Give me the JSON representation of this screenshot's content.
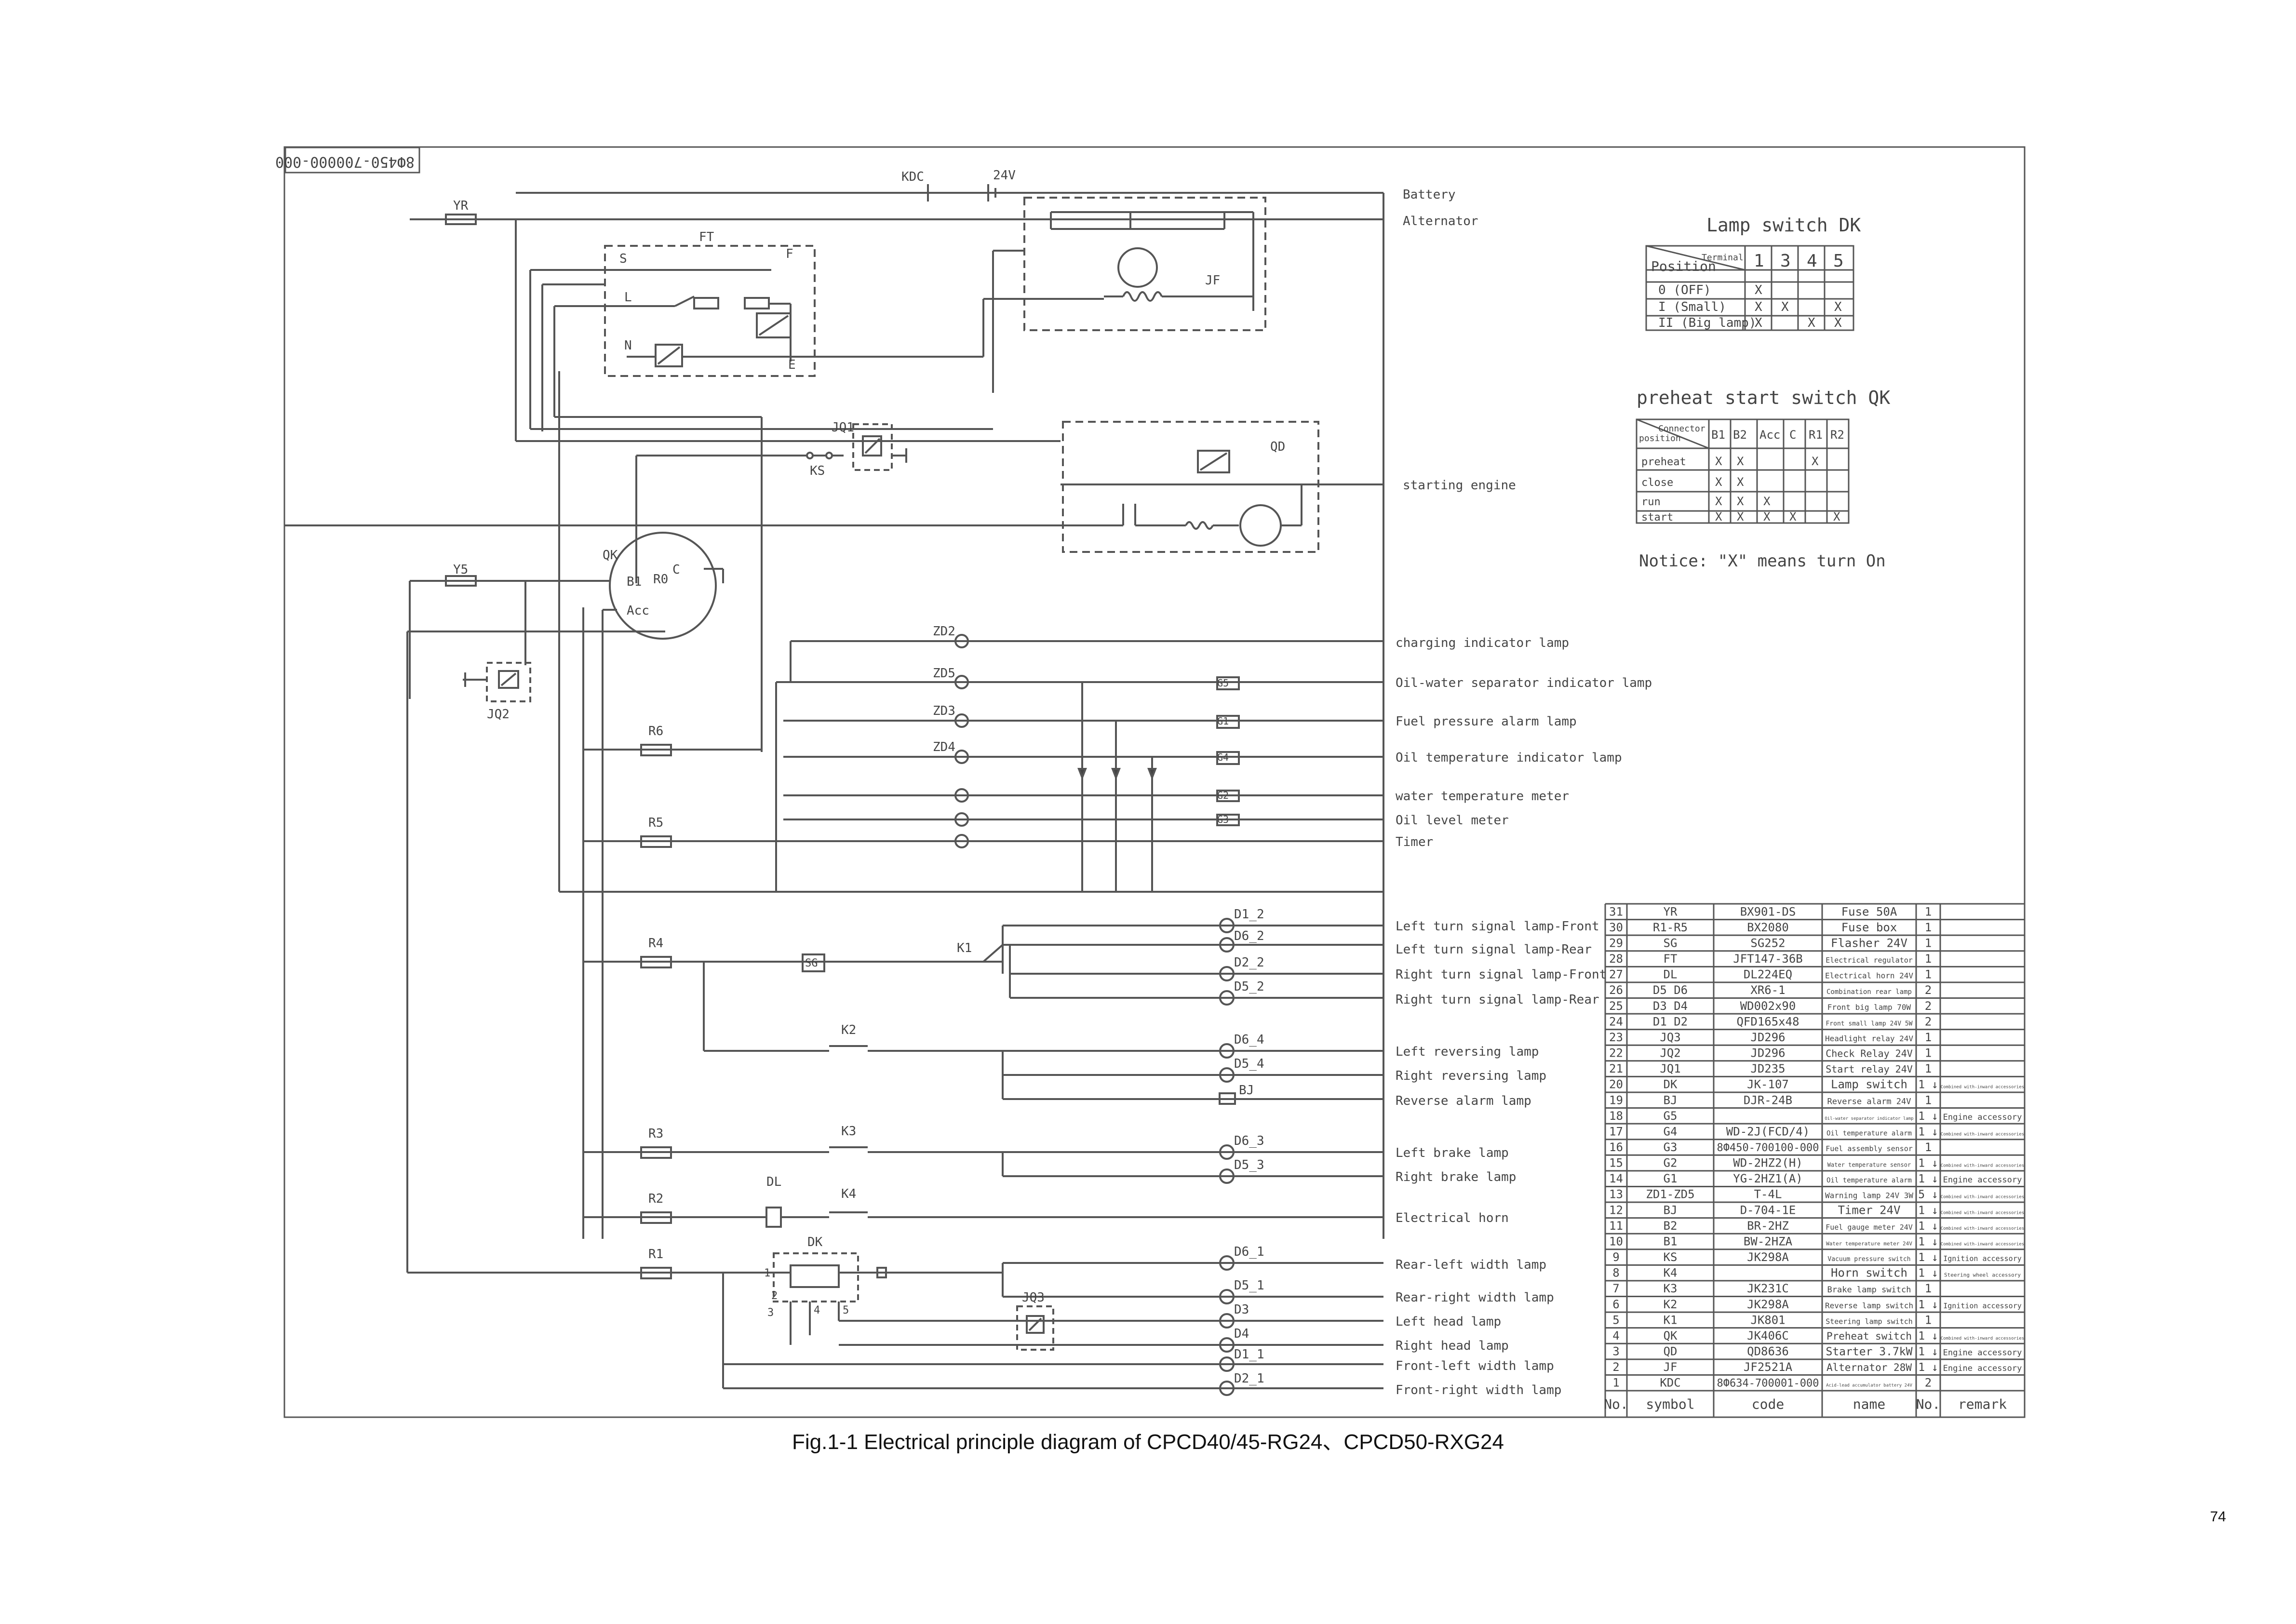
{
  "drawing_number": "8Ф450-700000-000",
  "figure_caption": "Fig.1-1   Electrical principle diagram of CPCD40/45-RG24、CPCD50-RXG24",
  "page_number": "74",
  "circuit": {
    "kdc": "KDC",
    "voltage": "24V",
    "yr": "YR",
    "ft": "FT",
    "jf": "JF",
    "s": "S",
    "f": "F",
    "l": "L",
    "n": "N",
    "e": "E",
    "jq1": "JQ1",
    "ks": "KS",
    "qd": "QD",
    "qk": "QK",
    "b1": "B1",
    "r0": "R0",
    "c": "C",
    "acc": "Acc",
    "y5": "Y5",
    "jq2": "JQ2",
    "zd2": "ZD2",
    "zd5": "ZD5",
    "zd3": "ZD3",
    "zd4": "ZD4",
    "r6": "R6",
    "r5": "R5",
    "r4": "R4",
    "r3": "R3",
    "r2": "R2",
    "r1": "R1",
    "sg": "SG",
    "k1": "K1",
    "k2": "K2",
    "k3": "K3",
    "k4": "K4",
    "dl": "DL",
    "dk": "DK",
    "jq3": "JQ3",
    "g1": "G1",
    "g2": "G2",
    "g3": "G3",
    "g4": "G4",
    "g5": "G5",
    "d12": "D1_2",
    "d62": "D6_2",
    "d22": "D2_2",
    "d52": "D5_2",
    "d64": "D6_4",
    "d54": "D5_4",
    "bj": "BJ",
    "d63": "D6_3",
    "d53": "D5_3",
    "d61": "D6_1",
    "d51": "D5_1",
    "d3": "D3",
    "d4": "D4",
    "d11": "D1_1",
    "d21": "D2_1",
    "n1": "1",
    "n2": "2",
    "n3": "3",
    "n4": "4",
    "n5": "5"
  },
  "labels": {
    "battery": "Battery",
    "alternator": "Alternator",
    "starting": "starting engine",
    "charging": "charging indicator lamp",
    "oilwater": "Oil-water separator indicator lamp",
    "fuelpressure": "Fuel pressure alarm lamp",
    "oiltemp": "Oil temperature indicator lamp",
    "watertemp": "water temperature meter",
    "oilmeter": "Oil level meter",
    "timer": "Timer",
    "ltf": "Left turn signal lamp-Front",
    "ltr": "Left turn signal lamp-Rear",
    "rtf": "Right turn signal lamp-Front",
    "rtr": "Right turn signal lamp-Rear",
    "lrev": "Left reversing lamp",
    "rrev": "Right reversing lamp",
    "revalarm": "Reverse alarm lamp",
    "lbrake": "Left brake lamp",
    "rbrake": "Right brake lamp",
    "horn": "Electrical  horn",
    "rlw": "Rear-left width lamp",
    "rrw": "Rear-right width lamp",
    "lhead": "Left head lamp",
    "rhead": "Right head lamp",
    "flw": "Front-left width lamp",
    "frw": "Front-right width lamp"
  },
  "lamp_switch": {
    "title": "Lamp switch DK",
    "corner_top": "Terminal",
    "corner_bottom": "Position",
    "columns": [
      "1",
      "3",
      "4",
      "5"
    ],
    "rows": [
      {
        "position": "0 (OFF)",
        "marks": [
          "X",
          "",
          "",
          ""
        ]
      },
      {
        "position": "I (Small)",
        "marks": [
          "X",
          "X",
          "",
          "X"
        ]
      },
      {
        "position": "II (Big lamp)",
        "marks": [
          "X",
          "",
          "X",
          "X"
        ]
      }
    ]
  },
  "preheat_switch": {
    "title": "preheat start switch QK",
    "corner_top": "Connector",
    "corner_bottom": "position",
    "columns": [
      "B1",
      "B2",
      "Acc",
      "C",
      "R1",
      "R2"
    ],
    "rows": [
      {
        "position": "preheat",
        "marks": [
          "X",
          "X",
          "",
          "",
          "X",
          ""
        ]
      },
      {
        "position": "close",
        "marks": [
          "X",
          "X",
          "",
          "",
          "",
          ""
        ]
      },
      {
        "position": "run",
        "marks": [
          "X",
          "X",
          "X",
          "",
          "",
          ""
        ]
      },
      {
        "position": "start",
        "marks": [
          "X",
          "X",
          "X",
          "X",
          "",
          "X"
        ]
      }
    ],
    "notice": "Notice: \"X\" means turn On"
  },
  "parts_list": {
    "headers": [
      "No.",
      "symbol",
      "code",
      "name",
      "No.",
      "remark"
    ],
    "rows": [
      [
        "31",
        "YR",
        "BX901-DS",
        "Fuse 50A",
        "1",
        ""
      ],
      [
        "30",
        "R1-R5",
        "BX2080",
        "Fuse box",
        "1",
        ""
      ],
      [
        "29",
        "SG",
        "SG252",
        "Flasher 24V",
        "1",
        ""
      ],
      [
        "28",
        "FT",
        "JFT147-36B",
        "Electrical regulator",
        "1",
        ""
      ],
      [
        "27",
        "DL",
        "DL224EQ",
        "Electrical horn 24V",
        "1",
        ""
      ],
      [
        "26",
        "D5 D6",
        "XR6-1",
        "Combination rear lamp",
        "2",
        ""
      ],
      [
        "25",
        "D3 D4",
        "WD002x90",
        "Front big lamp 70W",
        "2",
        ""
      ],
      [
        "24",
        "D1 D2",
        "QFD165x48",
        "Front small lamp 24V 5W",
        "2",
        ""
      ],
      [
        "23",
        "JQ3",
        "JD296",
        "Headlight relay 24V",
        "1",
        ""
      ],
      [
        "22",
        "JQ2",
        "JD296",
        "Check Relay 24V",
        "1",
        ""
      ],
      [
        "21",
        "JQ1",
        "JD235",
        "Start relay 24V",
        "1",
        ""
      ],
      [
        "20",
        "DK",
        "JK-107",
        "Lamp switch",
        "1 ↓",
        "Combined with-inward accessories"
      ],
      [
        "19",
        "BJ",
        "DJR-24B",
        "Reverse alarm 24V",
        "1",
        ""
      ],
      [
        "18",
        "G5",
        "",
        "Oil-water separator indicator lamp",
        "1 ↓",
        "Engine accessory"
      ],
      [
        "17",
        "G4",
        "WD-2J(FCD/4)",
        "Oil temperature alarm",
        "1 ↓",
        "Combined with-inward accessories"
      ],
      [
        "16",
        "G3",
        "8Ф450-700100-000",
        "Fuel assembly sensor",
        "1",
        ""
      ],
      [
        "15",
        "G2",
        "WD-2HZ2(H)",
        "Water temperature sensor",
        "1 ↓",
        "Combined with-inward accessories"
      ],
      [
        "14",
        "G1",
        "YG-2HZ1(A)",
        "Oil temperature alarm",
        "1 ↓",
        "Engine accessory"
      ],
      [
        "13",
        "ZD1-ZD5",
        "T-4L",
        "Warning lamp 24V 3W",
        "5 ↓",
        "Combined with-inward accessories"
      ],
      [
        "12",
        "BJ",
        "D-704-1E",
        "Timer 24V",
        "1 ↓",
        "Combined with-inward accessories"
      ],
      [
        "11",
        "B2",
        "BR-2HZ",
        "Fuel gauge meter 24V",
        "1 ↓",
        "Combined with-inward accessories"
      ],
      [
        "10",
        "B1",
        "BW-2HZA",
        "Water temperature meter 24V",
        "1 ↓",
        "Combined with-inward accessories"
      ],
      [
        "9",
        "KS",
        "JK298A",
        "Vacuum pressure switch",
        "1 ↓",
        "Ignition accessory"
      ],
      [
        "8",
        "K4",
        "",
        "Horn switch",
        "1 ↓",
        "Steering wheel accessory"
      ],
      [
        "7",
        "K3",
        "JK231C",
        "Brake lamp switch",
        "1",
        ""
      ],
      [
        "6",
        "K2",
        "JK298A",
        "Reverse lamp switch",
        "1 ↓",
        "Ignition accessory"
      ],
      [
        "5",
        "K1",
        "JK801",
        "Steering lamp switch",
        "1",
        ""
      ],
      [
        "4",
        "QK",
        "JK406C",
        "Preheat switch",
        "1 ↓",
        "Combined with-inward accessories"
      ],
      [
        "3",
        "QD",
        "QD8636",
        "Starter 3.7kW",
        "1 ↓",
        "Engine accessory"
      ],
      [
        "2",
        "JF",
        "JF2521A",
        "Alternator 28W",
        "1 ↓",
        "Engine accessory"
      ],
      [
        "1",
        "KDC",
        "8Ф634-700001-000",
        "Acid-lead accumulator battery 24V",
        "2",
        ""
      ]
    ]
  }
}
